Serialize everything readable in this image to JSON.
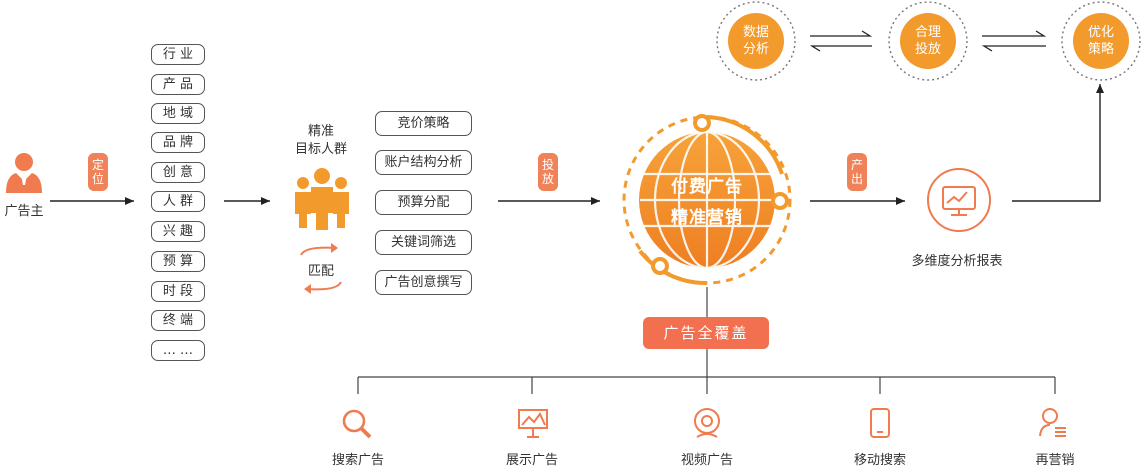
{
  "advertiser": {
    "label": "广告主"
  },
  "step_tags": {
    "locate": "定位",
    "deliver": "投放",
    "output": "产出"
  },
  "dimensions": [
    "行 业",
    "产 品",
    "地 域",
    "品 牌",
    "创 意",
    "人 群",
    "兴 趣",
    "预 算",
    "时 段",
    "终 端",
    "… …"
  ],
  "target_group": {
    "line1": "精准",
    "line2": "目标人群",
    "match": "匹配"
  },
  "strategies": [
    "竞价策略",
    "账户结构分析",
    "预算分配",
    "关键词筛选",
    "广告创意撰写"
  ],
  "core": {
    "line1": "付费广告",
    "line2": "精准营销",
    "coverage": "广告全覆盖"
  },
  "report": {
    "label": "多维度分析报表"
  },
  "loop": [
    {
      "line1": "数据",
      "line2": "分析"
    },
    {
      "line1": "合理",
      "line2": "投放"
    },
    {
      "line1": "优化",
      "line2": "策略"
    }
  ],
  "channels": [
    "搜索广告",
    "展示广告",
    "视频广告",
    "移动搜索",
    "再营销"
  ],
  "colors": {
    "orange": "#f39a2c",
    "coral": "#f26f4f",
    "dark": "#333333"
  }
}
